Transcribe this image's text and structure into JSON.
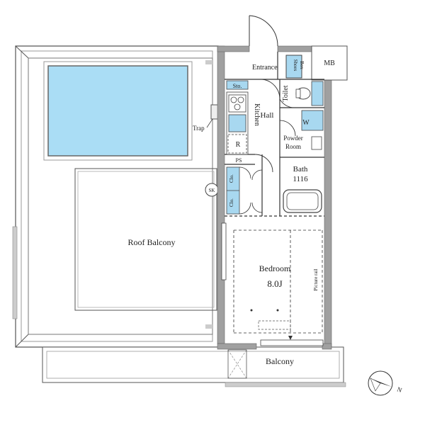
{
  "rooms": {
    "entrance": "Entrance",
    "shoes_box": [
      "Shoes",
      "Box"
    ],
    "mb": "MB",
    "storage": "Sto.",
    "toilet": "Toilet",
    "kitchen": "Kitchen",
    "hall": "Hall",
    "w": "W",
    "powder_room": [
      "Powder",
      "Room"
    ],
    "r": "R",
    "ps": "PS",
    "bath": "Bath",
    "bath_size": "1116",
    "closet_1": "Clo.",
    "closet_2": "Clo.",
    "bedroom": "Bedroom",
    "bedroom_size": "8.0J",
    "picture_rail": "Picture rail",
    "roof_balcony": "Roof Balcony",
    "balcony": "Balcony",
    "trap": "Trap",
    "sk": "SK"
  },
  "compass": {
    "direction_label": "N"
  },
  "colors": {
    "wall": "#9a9a9a",
    "fixture_blue": "#a8d8f0",
    "line": "#333333"
  }
}
